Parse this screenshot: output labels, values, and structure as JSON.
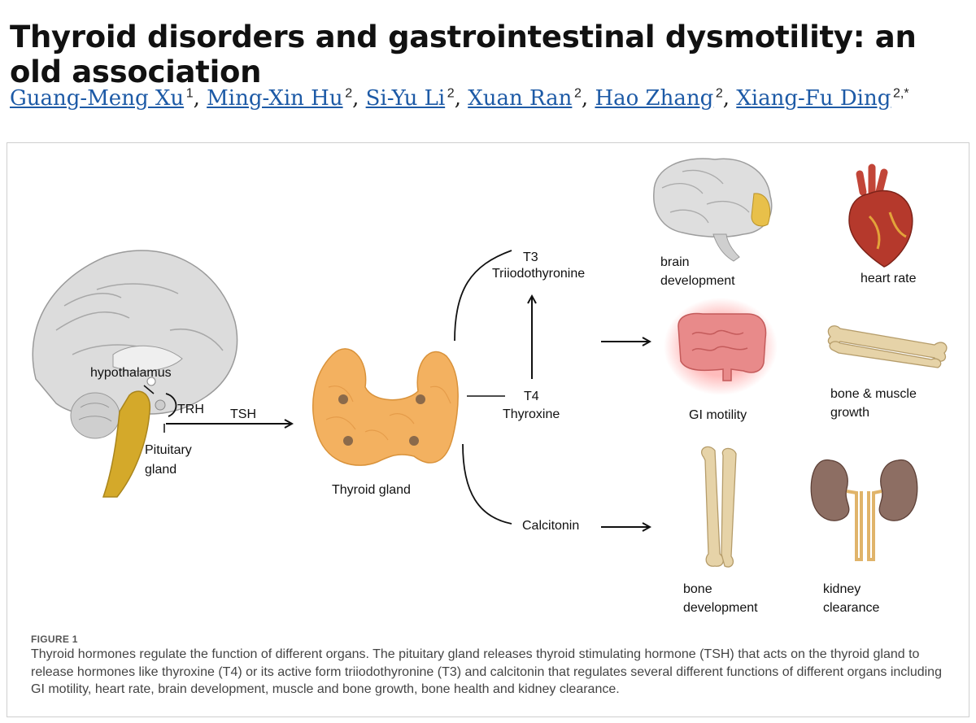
{
  "article": {
    "title": "Thyroid disorders and gastrointestinal dysmotility: an old association",
    "authors": [
      {
        "name": "Guang-Meng Xu",
        "sup": "1"
      },
      {
        "name": "Ming-Xin Hu",
        "sup": "2"
      },
      {
        "name": "Si-Yu Li",
        "sup": "2"
      },
      {
        "name": "Xuan Ran",
        "sup": "2"
      },
      {
        "name": "Hao Zhang",
        "sup": "2"
      },
      {
        "name": "Xiang-Fu Ding",
        "sup": "2,*"
      }
    ]
  },
  "figure": {
    "label": "FIGURE 1",
    "caption": "Thyroid hormones regulate the function of different organs. The pituitary gland releases thyroid stimulating hormone (TSH) that acts on the thyroid gland to release hormones like thyroxine (T4) or its active form triiodothyronine (T3) and calcitonin that regulates several different functions of different organs including GI motility, heart rate, brain development, muscle and bone growth, bone health and kidney clearance.",
    "labels": {
      "hypothalamus": "hypothalamus",
      "trh": "TRH",
      "tsh": "TSH",
      "pituitary_1": "Pituitary",
      "pituitary_2": "gland",
      "thyroid_gland": "Thyroid gland",
      "t3": "T3",
      "t3_name": "Triiodothyronine",
      "t4": "T4",
      "t4_name": "Thyroxine",
      "calcitonin": "Calcitonin",
      "brain_1": "brain",
      "brain_2": "development",
      "heart_rate": "heart rate",
      "gi_motility": "GI motility",
      "bone_muscle_1": "bone & muscle",
      "bone_muscle_2": "growth",
      "bone_dev_1": "bone",
      "bone_dev_2": "development",
      "kidney_1": "kidney",
      "kidney_2": "clearance"
    }
  },
  "colors": {
    "link": "#1d5aa6",
    "thyroid": "#f3b160",
    "brain": "#d9d9d9",
    "spinal": "#d4a92a",
    "heart": "#b5392c",
    "gut": "#e88a8a",
    "bone": "#e6d3a8",
    "kidney": "#8d6e63"
  }
}
